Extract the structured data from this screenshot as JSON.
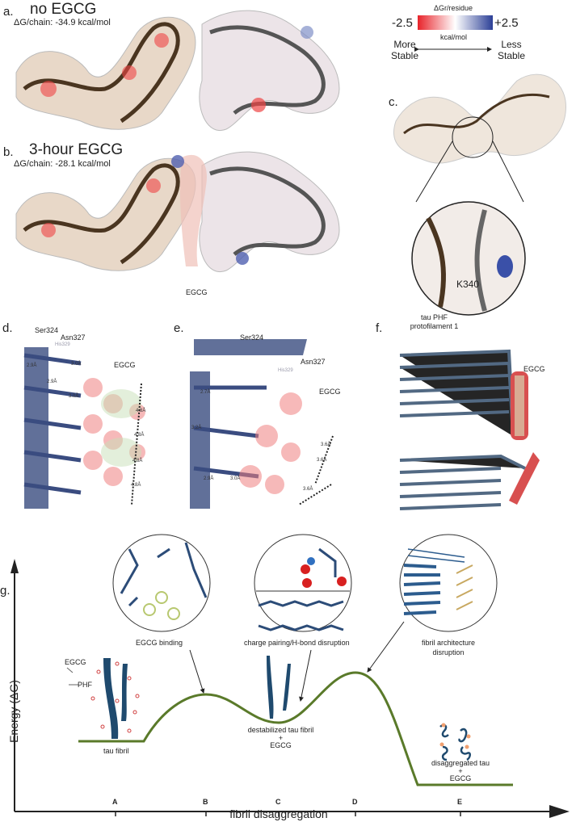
{
  "panel_a": {
    "label": "a.",
    "title": "no EGCG",
    "dg": "ΔG/chain: -34.9 kcal/mol"
  },
  "panel_b": {
    "label": "b.",
    "title": "3-hour EGCG",
    "dg": "ΔG/chain: -28.1 kcal/mol",
    "egcg": "EGCG"
  },
  "colorbar": {
    "title": "ΔGr/residue",
    "min": "-2.5",
    "max": "+2.5",
    "unit": "kcal/mol",
    "left": "More Stable",
    "right": "Less Stable",
    "colors": [
      "#e8232a",
      "#ffffff",
      "#2b3f96"
    ]
  },
  "panel_c": {
    "label": "c.",
    "residue": "K340"
  },
  "panel_d": {
    "label": "d.",
    "res1": "Ser324",
    "res2": "Asn327",
    "res3": "His329",
    "egcg": "EGCG",
    "d1": "2.9Å",
    "d2": "3.0Å",
    "d3": "4.8Å"
  },
  "panel_e": {
    "label": "e.",
    "res1": "Ser324",
    "res2": "Asn327",
    "res3": "His329",
    "egcg": "EGCG",
    "d1": "2.7Å",
    "d2": "3.2Å",
    "d3": "3.6Å",
    "d4": "2.9Å",
    "d5": "3.0Å"
  },
  "panel_f": {
    "label": "f.",
    "title": "tau PHF protofilament 1",
    "egcg": "EGCG"
  },
  "panel_g": {
    "label": "g.",
    "ylabel": "Energy (ΔG)",
    "xlabel": "fibril disaggregation",
    "ticks": [
      "A",
      "B",
      "C",
      "D",
      "E"
    ],
    "egcg": "EGCG",
    "phf": "PHF",
    "state_a": "tau fibril",
    "binding": "EGCG binding",
    "charge": "charge pairing/H-bond disruption",
    "state_c1": "destabilized tau fibril",
    "plus": "+",
    "state_c2": "EGCG",
    "arch1": "fibril architecture",
    "arch2": "disruption",
    "state_e1": "disaggregated tau",
    "state_e2": "EGCG",
    "curve_color": "#5a7a2a"
  }
}
